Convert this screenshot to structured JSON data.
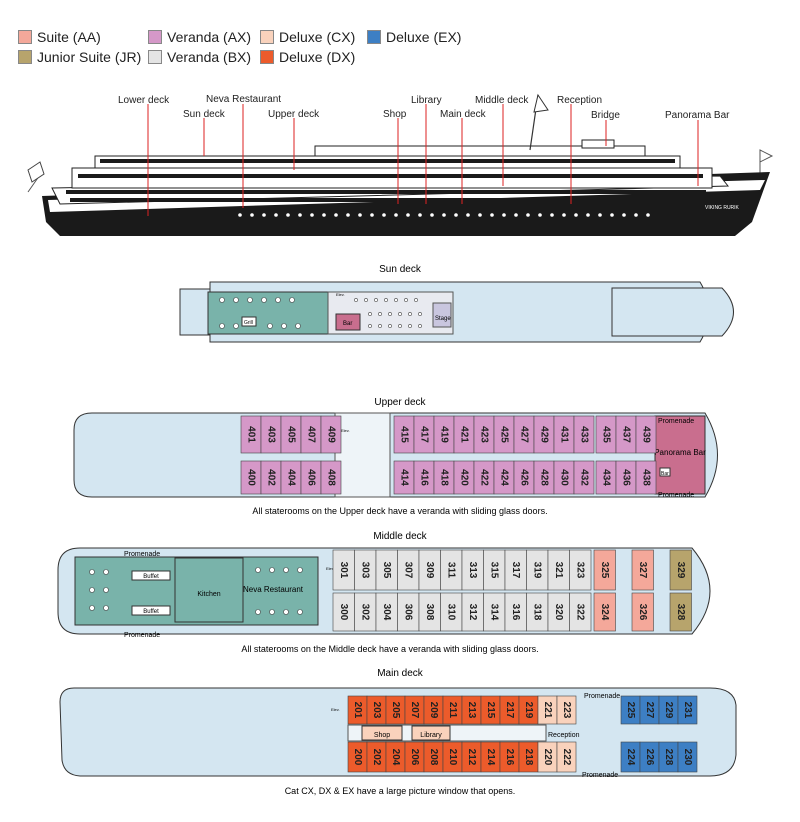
{
  "legend": [
    {
      "label": "Suite (AA)",
      "color": "#f4a89a"
    },
    {
      "label": "Veranda (AX)",
      "color": "#d598c8"
    },
    {
      "label": "Deluxe (CX)",
      "color": "#f9d2bc"
    },
    {
      "label": "Deluxe (EX)",
      "color": "#3d7fc4"
    },
    {
      "label": "Junior Suite (JR)",
      "color": "#b7a46c"
    },
    {
      "label": "Veranda (BX)",
      "color": "#e4e4e4"
    },
    {
      "label": "Deluxe (DX)",
      "color": "#ec5b2b"
    }
  ],
  "ship": {
    "labels": {
      "lower_deck": "Lower deck",
      "neva_restaurant": "Neva Restaurant",
      "sun_deck": "Sun deck",
      "upper_deck": "Upper deck",
      "shop": "Shop",
      "library": "Library",
      "main_deck": "Main deck",
      "middle_deck": "Middle deck",
      "reception": "Reception",
      "bridge": "Bridge",
      "panorama_bar": "Panorama Bar"
    },
    "hull_name": "VIKING RURIK"
  },
  "decks": {
    "sun": {
      "title": "Sun deck",
      "grill": "Grill",
      "bar": "Bar",
      "stage": "Stage",
      "elev": "Elev."
    },
    "upper": {
      "title": "Upper deck",
      "note": "All staterooms on the Upper deck have a veranda with sliding glass doors.",
      "promenade": "Promenade",
      "panorama": "Panorama Bar",
      "bar": "Bar",
      "elev": "Elev.",
      "top": [
        "401",
        "403",
        "405",
        "407",
        "409",
        "415",
        "417",
        "419",
        "421",
        "423",
        "425",
        "427",
        "429",
        "431",
        "433",
        "435",
        "437",
        "439"
      ],
      "bottom": [
        "400",
        "402",
        "404",
        "406",
        "408",
        "414",
        "416",
        "418",
        "420",
        "422",
        "424",
        "426",
        "428",
        "430",
        "432",
        "434",
        "436",
        "438"
      ]
    },
    "middle": {
      "title": "Middle deck",
      "note": "All staterooms on the Middle deck have a veranda with sliding glass doors.",
      "promenade": "Promenade",
      "buffet": "Buffet",
      "kitchen": "Kitchen",
      "neva": "Neva Restaurant",
      "elev": "Elev.",
      "top": [
        "301",
        "303",
        "305",
        "307",
        "309",
        "311",
        "313",
        "315",
        "317",
        "319",
        "321",
        "323",
        "325",
        "327",
        "329"
      ],
      "bottom": [
        "300",
        "302",
        "304",
        "306",
        "308",
        "310",
        "312",
        "314",
        "316",
        "318",
        "320",
        "322",
        "324",
        "326",
        "328"
      ]
    },
    "main": {
      "title": "Main deck",
      "note": "Cat CX, DX & EX have a large picture window that opens.",
      "promenade": "Promenade",
      "shop": "Shop",
      "library": "Library",
      "reception": "Reception",
      "elev": "Elev.",
      "top": [
        "201",
        "203",
        "205",
        "207",
        "209",
        "211",
        "213",
        "215",
        "217",
        "219",
        "221",
        "223",
        "225",
        "227",
        "229",
        "231"
      ],
      "bottom": [
        "200",
        "202",
        "204",
        "206",
        "208",
        "210",
        "212",
        "214",
        "216",
        "218",
        "220",
        "222",
        "224",
        "226",
        "228",
        "230"
      ]
    }
  }
}
